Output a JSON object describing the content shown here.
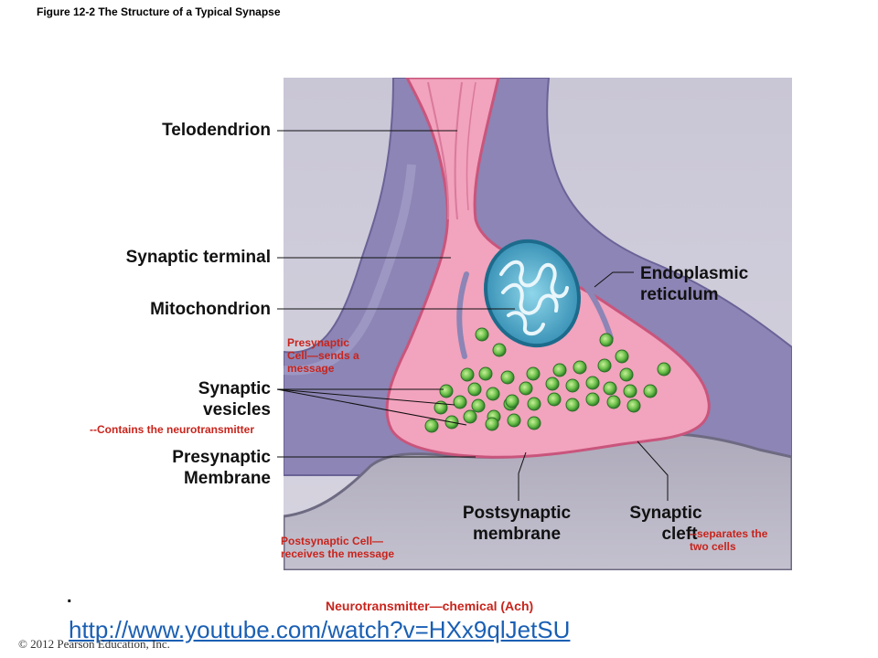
{
  "figure_title": "Figure 12-2 The Structure of a Typical Synapse",
  "labels": {
    "telodendrion": "Telodendrion",
    "synaptic_terminal": "Synaptic terminal",
    "mitochondrion": "Mitochondrion",
    "synaptic_vesicles_1": "Synaptic",
    "synaptic_vesicles_2": "vesicles",
    "presynaptic_membrane_1": "Presynaptic",
    "presynaptic_membrane_2": "Membrane",
    "endoplasmic_1": "Endoplasmic",
    "endoplasmic_2": "reticulum",
    "postsynaptic_membrane_1": "Postsynaptic",
    "postsynaptic_membrane_2": "membrane",
    "synaptic_cleft_1": "Synaptic",
    "synaptic_cleft_2": "cleft"
  },
  "annotations": {
    "presynaptic_cell_1": "Presynaptic",
    "presynaptic_cell_2": "Cell—sends a",
    "presynaptic_cell_3": "message",
    "contains_neurotransmitter": "--Contains the neurotransmitter",
    "postsynaptic_cell_1": "Postsynaptic Cell—",
    "postsynaptic_cell_2": "receives the message",
    "separates_1": "--separates the",
    "separates_2": "two cells",
    "neurotransmitter": "Neurotransmitter—chemical (Ach)"
  },
  "bullet": ".",
  "link_url": "http://www.youtube.com/watch?v=HXx9qlJetSU",
  "copyright": "© 2012 Pearson Education, Inc.",
  "colors": {
    "terminal_pink": "#f2a3bd",
    "terminal_edge": "#c9557c",
    "glia_purple": "#8c85b5",
    "postsynaptic_gray": "#b3b0c0",
    "mitochondrion_blue": "#3a9ec4",
    "vesicle_green": "#6cc04a",
    "annotation_red": "#c8241c",
    "link_blue": "#1a5fb4"
  }
}
